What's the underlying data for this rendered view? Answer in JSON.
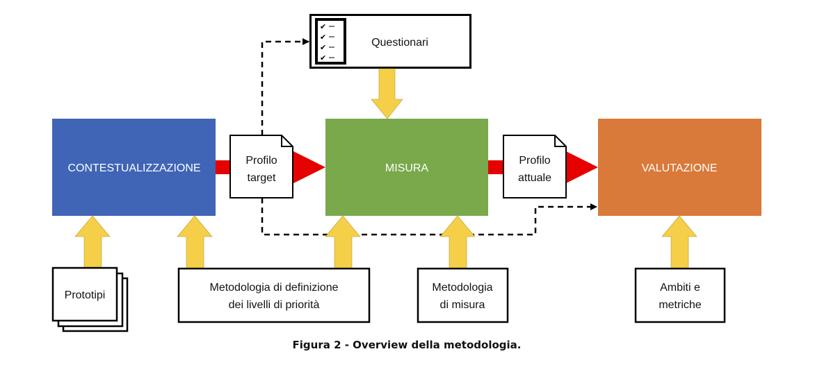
{
  "colors": {
    "contestualizzazione": "#4064b6",
    "misura": "#79a94b",
    "valutazione": "#d9793a",
    "flow_arrow": "#e60000",
    "input_arrow": "#f5cf47"
  },
  "blocks": {
    "contestualizzazione": "CONTESTUALIZZAZIONE",
    "misura": "MISURA",
    "valutazione": "VALUTAZIONE"
  },
  "documents": {
    "profilo_target": [
      "Profilo",
      "target"
    ],
    "profilo_attuale": [
      "Profilo",
      "attuale"
    ]
  },
  "questionari": {
    "label": "Questionari",
    "icon": "checklist-icon"
  },
  "inputs": {
    "prototipi": [
      "Prototipi"
    ],
    "metodologia_priorita": [
      "Metodologia di definizione",
      "dei livelli di priorità"
    ],
    "metodologia_misura": [
      "Metodologia",
      "di misura"
    ],
    "ambiti": [
      "Ambiti e",
      "metriche"
    ]
  },
  "caption": "Figura 2 - Overview della metodologia."
}
